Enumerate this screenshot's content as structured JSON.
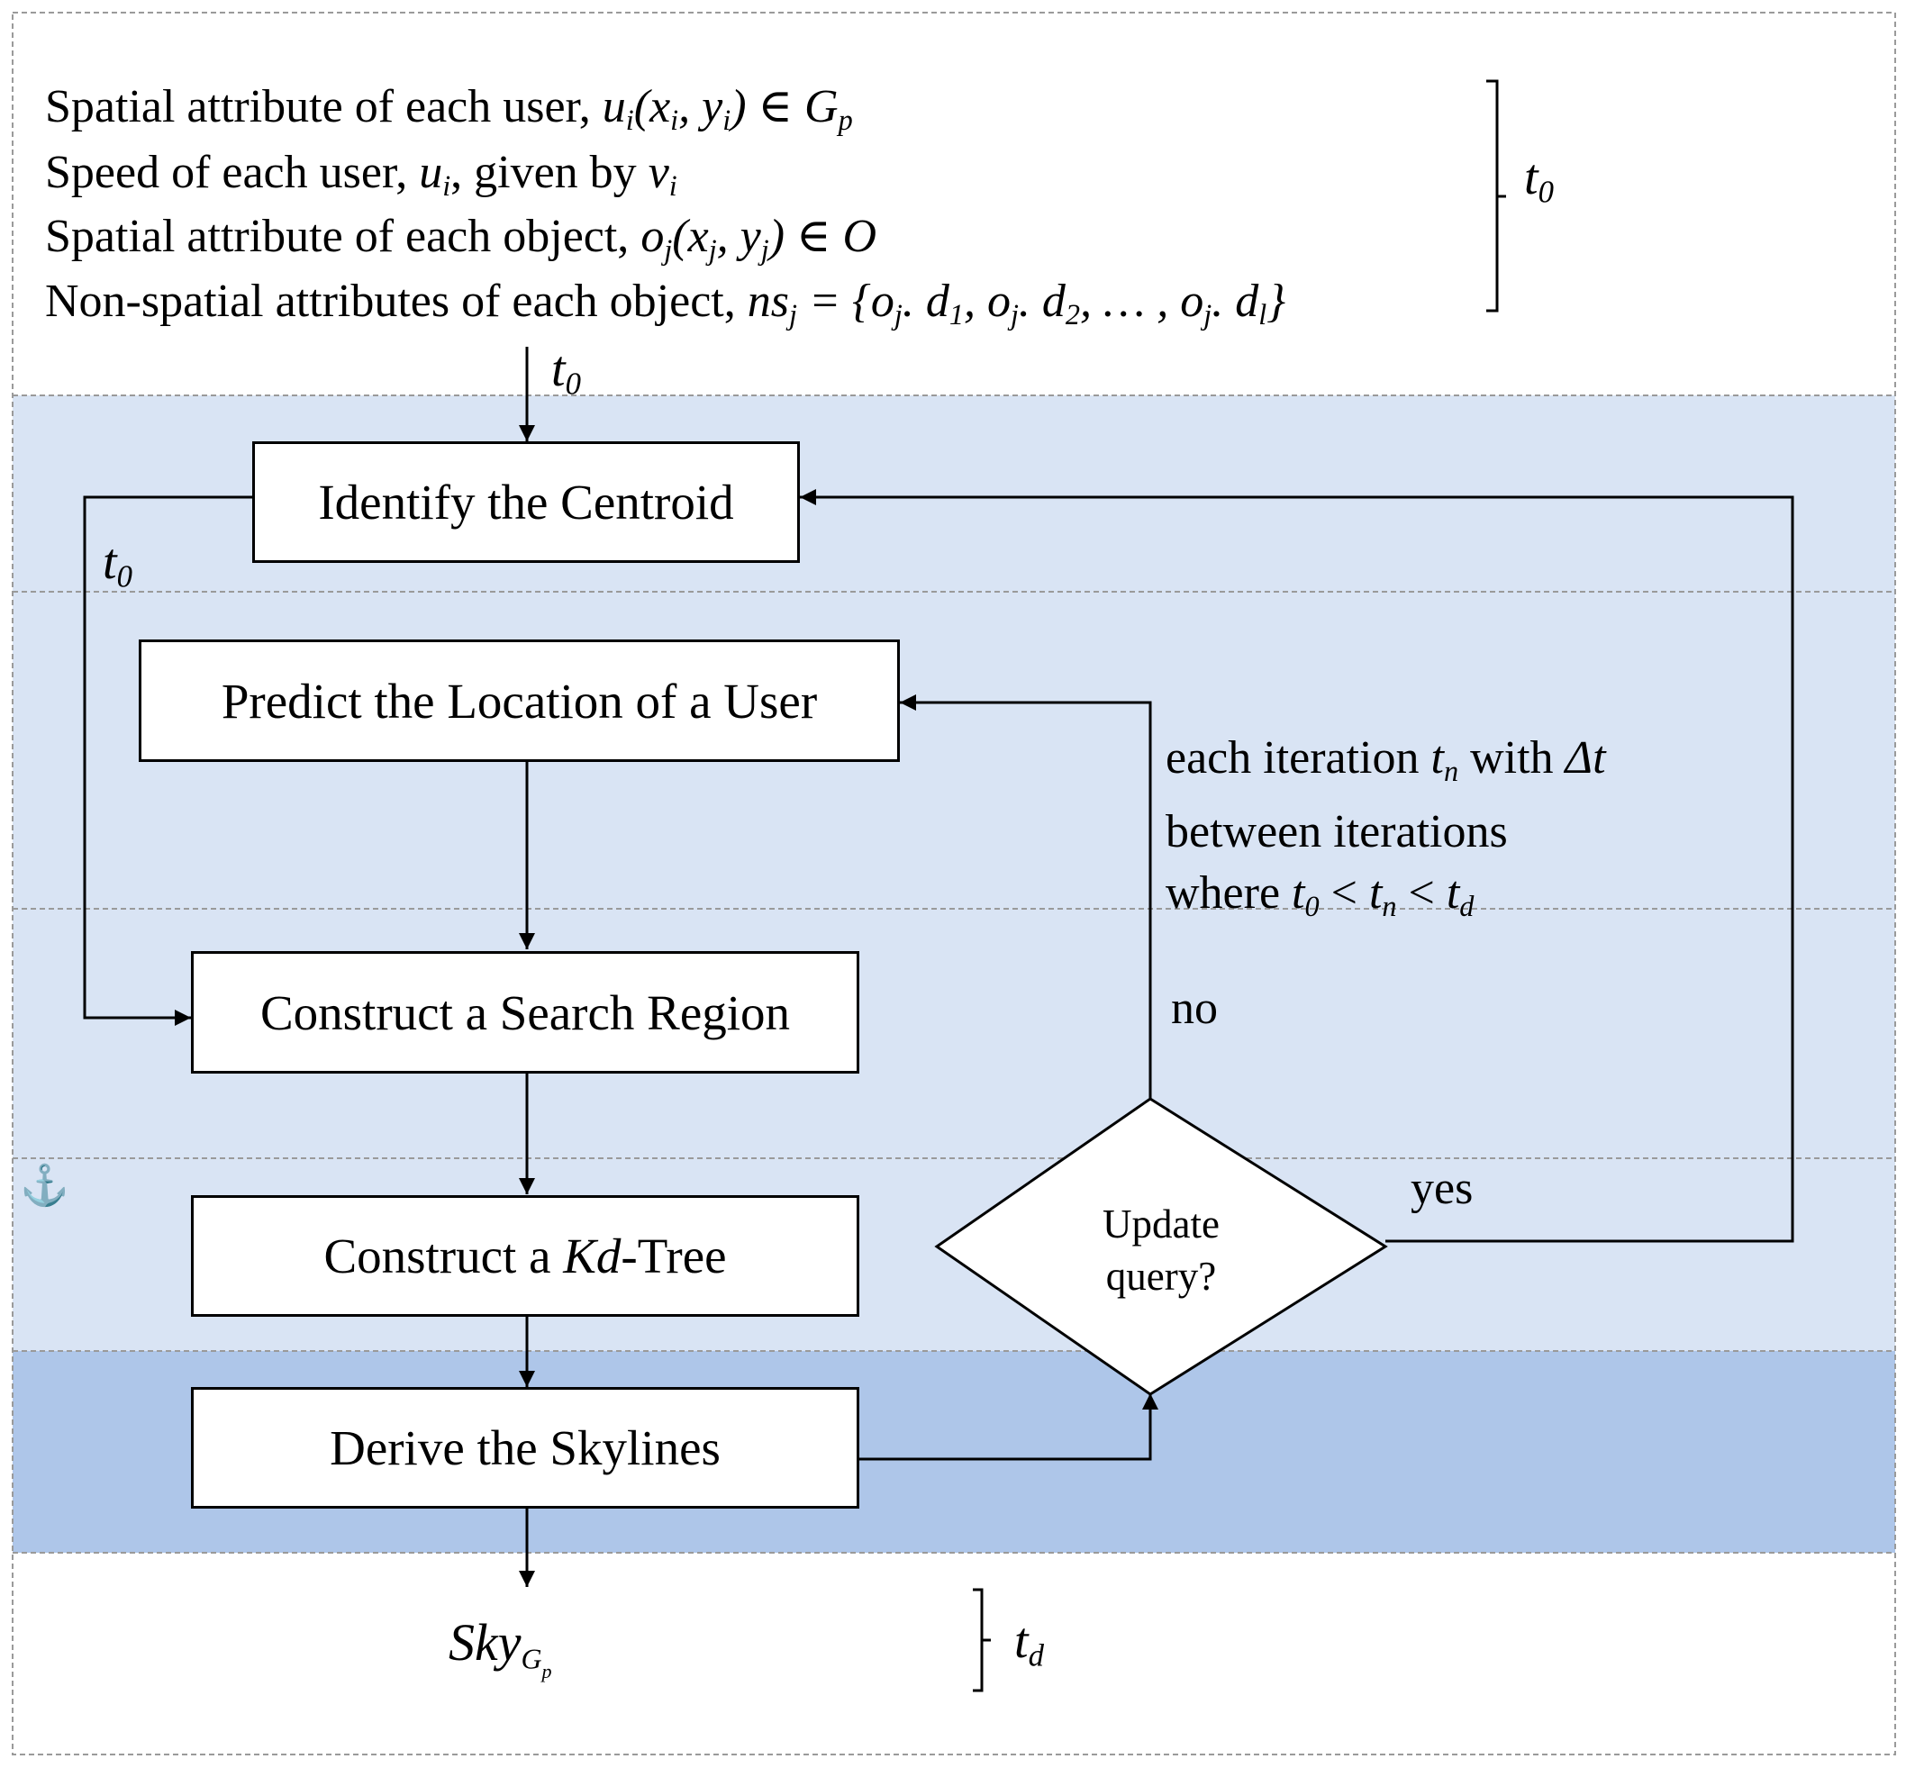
{
  "inputs": {
    "line1_text": "Spatial attribute of each user, ",
    "line1_math": "u",
    "line1_sub": "i",
    "line1_rest": "(x",
    "line1_sub_x": "i",
    "line1_mid": ", y",
    "line1_sub_y": "i",
    "line1_end": ") ∈ G",
    "line1_sub_g": "p",
    "line2_text": "Speed of each user, ",
    "line2_math": "u",
    "line2_sub": "i",
    "line2_mid": ", given by ",
    "line2_v": "v",
    "line2_sub_v": "i",
    "line3_text": "Spatial attribute of each object, ",
    "line3_math": "o",
    "line3_sub": "j",
    "line3_rest": "(x",
    "line3_sub_x": "j",
    "line3_mid": ", y",
    "line3_sub_y": "j",
    "line3_end": ") ∈ O",
    "line4_text": "Non-spatial attributes of each object, ",
    "line4_math": "ns",
    "line4_sub": "j",
    "line4_eq": " = {o",
    "line4_s1": "j",
    "line4_d1": ". d",
    "line4_s2": "1",
    "line4_c1": ", o",
    "line4_s3": "j",
    "line4_d2": ". d",
    "line4_s4": "2",
    "line4_c2": ", … , o",
    "line4_s5": "j",
    "line4_d3": ". d",
    "line4_s6": "l",
    "line4_end": "}"
  },
  "time_labels": {
    "t": "t",
    "zero": "0",
    "d": "d"
  },
  "steps": {
    "identify_centroid": "Identify the Centroid",
    "predict_location": "Predict the Location of a User",
    "construct_search_region": "Construct a Search Region",
    "construct_kdtree_prefix": "Construct a ",
    "construct_kdtree_italic": "Kd",
    "construct_kdtree_suffix": "-Tree",
    "derive_skylines": "Derive the Skylines"
  },
  "decision": {
    "line1": "Update",
    "line2": "query?",
    "no_label": "no",
    "yes_label": "yes"
  },
  "iteration_note": {
    "line1_text": "each iteration ",
    "line1_t": "t",
    "line1_sub": "n",
    "line1_with": " with ",
    "line1_delta": "Δt",
    "line2": "between iterations",
    "line3_where": "where ",
    "line3_t0": "t",
    "line3_sub0": "0",
    "line3_lt1": " < ",
    "line3_tn": "t",
    "line3_subn": "n",
    "line3_lt2": " < ",
    "line3_td": "t",
    "line3_subd": "d"
  },
  "output": {
    "sky": "Sky",
    "sub_g": "G",
    "sub_p": "p"
  },
  "anchor_symbol": "⚓"
}
